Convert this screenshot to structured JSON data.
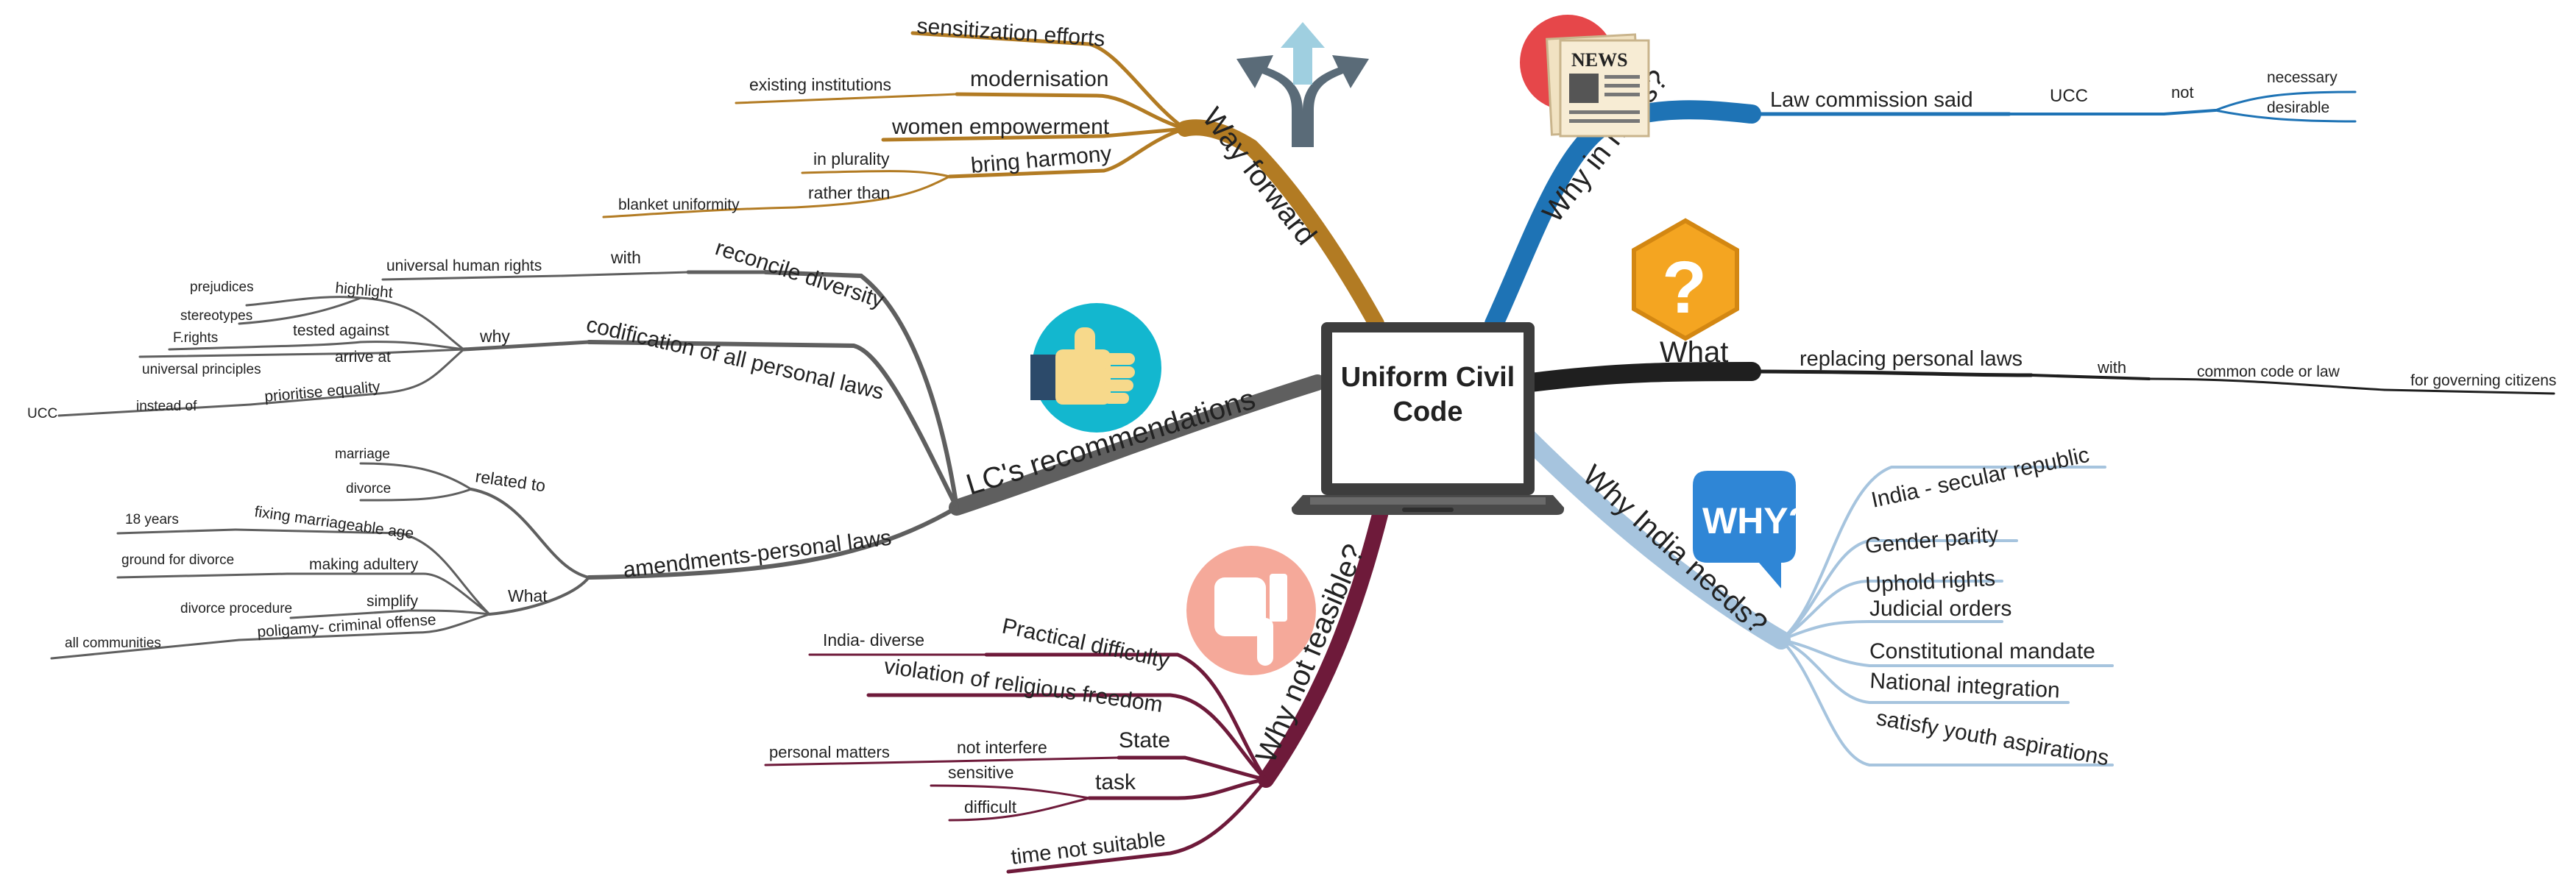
{
  "title_line1": "Uniform Civil",
  "title_line2": "Code",
  "icon_labels": {
    "news": "NEWS",
    "why": "WHY?",
    "what": "?"
  },
  "branches": {
    "why_in_news": {
      "label": "Why in news?",
      "color": "#1e73b5",
      "items": [
        "Law commission said",
        "UCC",
        "not",
        "necessary",
        "desirable"
      ]
    },
    "what": {
      "label": "What",
      "color": "#1f1f1f",
      "items": [
        "replacing personal laws",
        "with",
        "common code or law",
        "for governing citizens"
      ]
    },
    "why_india_needs": {
      "label": "Why India needs?",
      "color": "#a6c4de",
      "items": [
        "India - secular republic",
        "Gender parity",
        "Uphold rights",
        "Judicial orders",
        "Constitutional mandate",
        "National integration",
        "satisfy youth aspirations"
      ]
    },
    "why_not_feasible": {
      "label": "Why not feasible?",
      "color": "#6e1a3a",
      "items": [
        "Practical difficulty",
        "India- diverse",
        "violation of religious freedom",
        "State",
        "not interfere",
        "personal matters",
        "task",
        "sensitive",
        "difficult",
        "time not suitable"
      ]
    },
    "lc_recommendations": {
      "label": "LC's recommendations",
      "color": "#5f5f5f",
      "items": [
        "reconcile diversity",
        "with",
        "universal human rights",
        "codification of all personal laws",
        "why",
        "highlight",
        "prejudices",
        "stereotypes",
        "tested against",
        "F.rights",
        "arrive at",
        "universal principles",
        "prioritise equality",
        "instead of",
        "UCC",
        "amendments-personal laws",
        "related to",
        "marriage",
        "divorce",
        "What",
        "fixing marriageable age",
        "18 years",
        "making adultery",
        "ground for divorce",
        "simplify",
        "divorce procedure",
        "poligamy- criminal offense",
        "all communities"
      ]
    },
    "way_forward": {
      "label": "Way forward",
      "color": "#b27b23",
      "items": [
        "sensitization efforts",
        "modernisation",
        "existing institutions",
        "women empowerment",
        "bring harmony",
        "in plurality",
        "rather than",
        "blanket uniformity"
      ]
    }
  }
}
